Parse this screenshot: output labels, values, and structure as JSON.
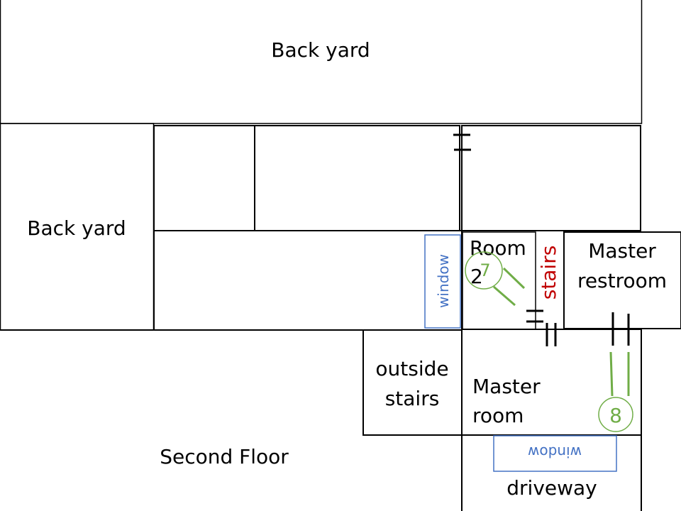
{
  "diagram": {
    "title": "Second Floor",
    "colors": {
      "wall": "#000000",
      "window": "#4472C4",
      "stairs_label": "#C00000",
      "marker": "#70AD47"
    },
    "areas": {
      "back_yard_top": "Back yard",
      "back_yard_left": "Back yard",
      "room_2": [
        "Room",
        "2"
      ],
      "stairs": "stairs",
      "master_restroom": [
        "Master",
        "restroom"
      ],
      "outside_stairs": [
        "outside",
        "stairs"
      ],
      "master_room": [
        "Master",
        "room"
      ],
      "driveway": "driveway",
      "second_floor": "Second Floor"
    },
    "windows": [
      {
        "label": "window",
        "orientation": "vertical"
      },
      {
        "label": "window",
        "orientation": "upside-down"
      }
    ],
    "markers": [
      {
        "id": "7",
        "label": "7"
      },
      {
        "id": "8",
        "label": "8"
      }
    ]
  }
}
